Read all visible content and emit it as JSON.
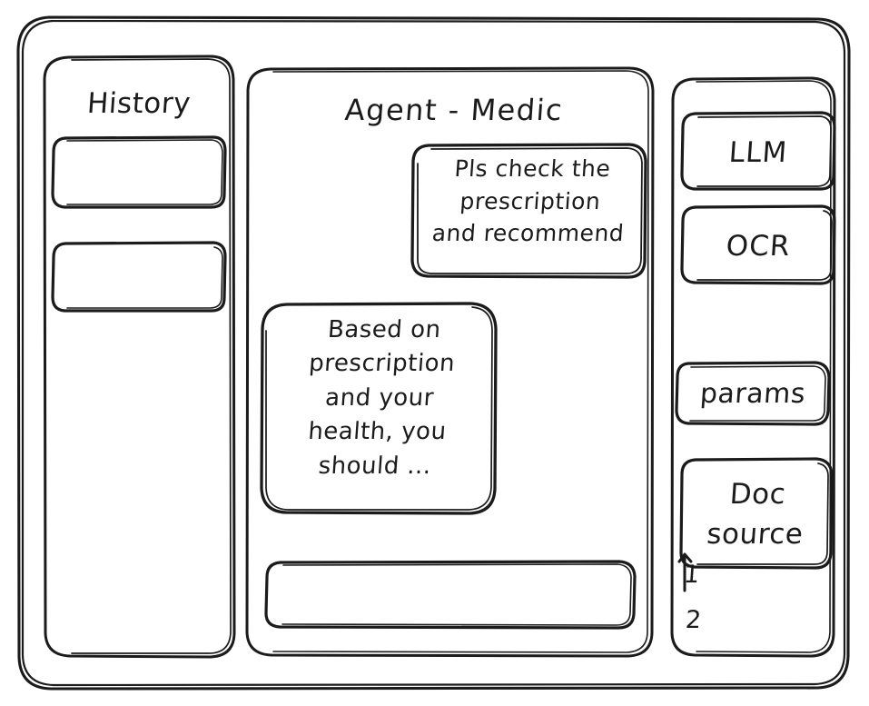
{
  "app": {
    "kind": "hand-drawn-wireframe",
    "ink_color": "#1b1b1b",
    "background_color": "#ffffff"
  },
  "sidebar_left": {
    "title": "History",
    "items": [
      {
        "label": ""
      },
      {
        "label": ""
      }
    ]
  },
  "main": {
    "title": "Agent - Medic",
    "messages": [
      {
        "role": "user",
        "text": "Pls check the\nprescription\nand recommend"
      },
      {
        "role": "assistant",
        "text": "Based on\nprescription\nand your\nhealth, you\nshould ..."
      }
    ],
    "composer": {
      "value": "",
      "placeholder": ""
    }
  },
  "sidebar_right": {
    "tools": [
      {
        "label": "LLM"
      },
      {
        "label": "OCR"
      },
      {
        "label": "params"
      },
      {
        "label": "Doc\nsource"
      }
    ],
    "doc_sources": [
      {
        "label": "1"
      },
      {
        "label": "2"
      }
    ]
  }
}
